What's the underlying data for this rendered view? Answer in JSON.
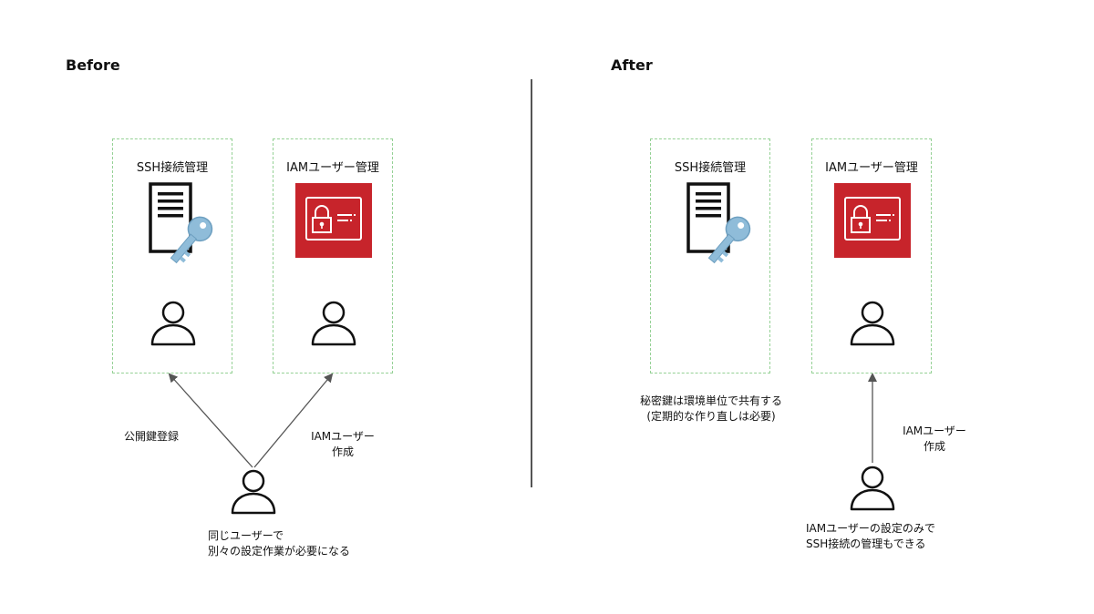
{
  "before": {
    "heading": "Before",
    "ssh_box": {
      "title": "SSH接続管理"
    },
    "iam_box": {
      "title": "IAMユーザー管理"
    },
    "left_arrow_label": "公開鍵登録",
    "right_arrow_label": [
      "IAMユーザー",
      "作成"
    ],
    "bottom_caption": [
      "同じユーザーで",
      "別々の設定作業が必要になる"
    ]
  },
  "after": {
    "heading": "After",
    "ssh_box": {
      "title": "SSH接続管理"
    },
    "iam_box": {
      "title": "IAMユーザー管理"
    },
    "ssh_caption": [
      "秘密鍵は環境単位で共有する",
      "(定期的な作り直しは必要)"
    ],
    "arrow_label": [
      "IAMユーザー",
      "作成"
    ],
    "bottom_caption": [
      "IAMユーザーの設定のみで",
      "SSH接続の管理もできる"
    ]
  },
  "colors": {
    "box_border": "#95d195",
    "iam_icon_bg": "#c7242b",
    "key_color": "#8fbcd9",
    "arrow": "#555555"
  },
  "icons": [
    "server-key-icon",
    "iam-credential-icon",
    "user-icon"
  ]
}
